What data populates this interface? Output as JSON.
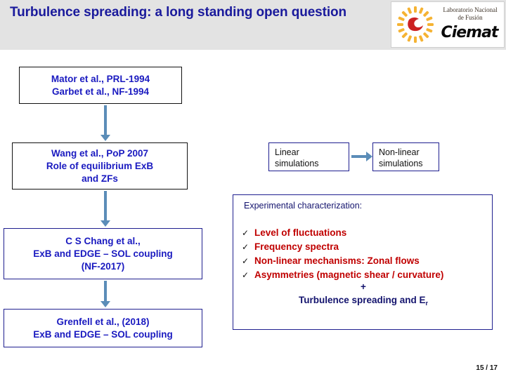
{
  "header": {
    "title": "Turbulence spreading: a long standing open question",
    "title_color": "#1a1a9c",
    "band_color": "#e3e3e3"
  },
  "logo": {
    "name": "ciemat-logo",
    "lab_line1": "Laboratorio Nacional",
    "lab_line2": "de Fusión",
    "brand": "Ciemat",
    "sun_icon": "sun-icon",
    "sun_ray_color": "#f5b333",
    "sun_core_color": "#cc2222"
  },
  "flow": {
    "boxes": [
      {
        "id": "mator",
        "lines": [
          "Mator et al., PRL-1994",
          "Garbet et al., NF-1994"
        ],
        "border": "#111111",
        "text_color": "#1a1ac0"
      },
      {
        "id": "wang",
        "lines": [
          "Wang et al., PoP 2007",
          "Role of equilibrium ExB",
          "and ZFs"
        ],
        "border": "#111111",
        "text_color": "#1a1ac0"
      },
      {
        "id": "chang",
        "lines": [
          "C S Chang et al.,",
          "ExB and EDGE – SOL coupling",
          "(NF-2017)"
        ],
        "border": "#1f1f8f",
        "text_color": "#1a1ac0"
      },
      {
        "id": "grenfell",
        "lines": [
          "Grenfell et al., (2018)",
          "ExB and EDGE – SOL coupling"
        ],
        "border": "#1f1f8f",
        "text_color": "#1a1ac0"
      }
    ],
    "arrow_color": "#5b8db8"
  },
  "simulations": {
    "linear": "Linear simulations",
    "nonlinear": "Non-linear simulations"
  },
  "experimental": {
    "heading": "Experimental characterization:",
    "check_glyph": "✓",
    "items": [
      "Level of fluctuations",
      "Frequency spectra",
      "Non-linear mechanisms: Zonal flows",
      "Asymmetries (magnetic shear / curvature)"
    ],
    "item_color": "#c00000",
    "plus": "+",
    "footer_text": "Turbulence spreading and E",
    "footer_sub": "r"
  },
  "footer": {
    "page_number": "15 / 17"
  }
}
